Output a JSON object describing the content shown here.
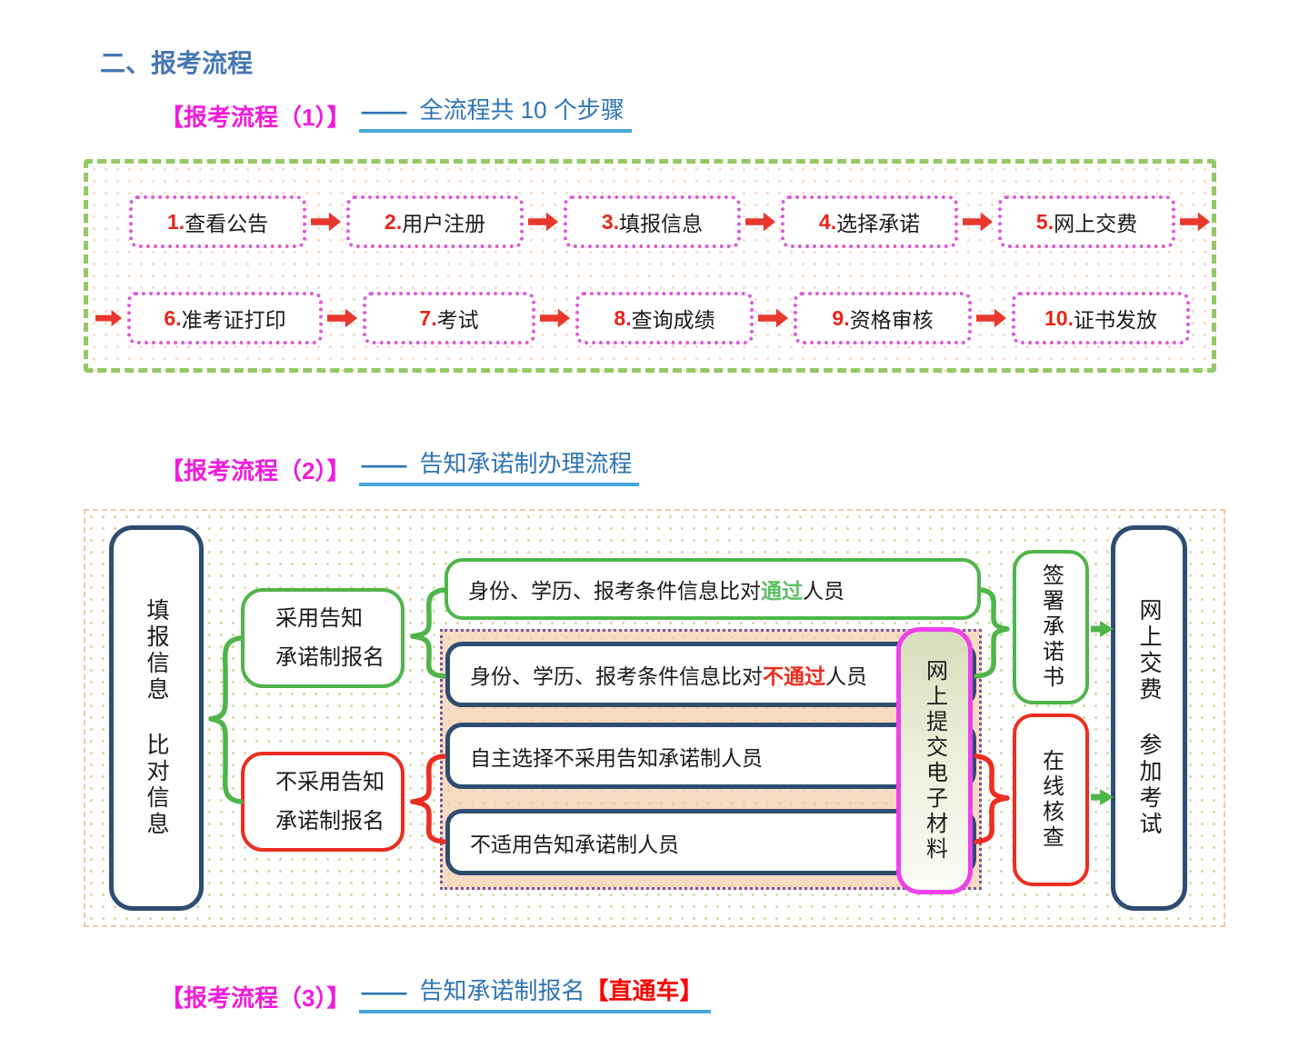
{
  "page_title": "二、报考流程",
  "colors": {
    "title_blue": "#4577B1",
    "link_blue": "#2E74B5",
    "underline_blue": "#47A5DB",
    "heading_magenta": "#F01ADE",
    "arrow_red": "#E8372C",
    "green": "#4FB54A",
    "red": "#EC2D1F",
    "navy": "#2E4D72",
    "submit_magenta": "#EE41EC"
  },
  "flow1": {
    "heading": "【报考流程（1）】",
    "dash": "——",
    "subtitle": "全流程共 10 个步骤",
    "row1": [
      {
        "num": "1.",
        "label": "查看公告"
      },
      {
        "num": "2.",
        "label": "用户注册"
      },
      {
        "num": "3.",
        "label": "填报信息"
      },
      {
        "num": "4.",
        "label": "选择承诺"
      },
      {
        "num": "5.",
        "label": "网上交费"
      }
    ],
    "row2": [
      {
        "num": "6.",
        "label": "准考证打印"
      },
      {
        "num": "7.",
        "label": "考试"
      },
      {
        "num": "8.",
        "label": "查询成绩"
      },
      {
        "num": "9.",
        "label": "资格审核"
      },
      {
        "num": "10.",
        "label": "证书发放"
      }
    ]
  },
  "flow2": {
    "heading": "【报考流程（2）】",
    "dash": "——",
    "subtitle": "告知承诺制办理流程",
    "fill_info": "填报信息 比对信息",
    "adopt": "采用告知\n承诺制报名",
    "not_adopt": "不采用告知\n承诺制报名",
    "pass": {
      "prefix": "身份、学历、报考条件信息比对",
      "highlight": "通过",
      "suffix": "人员"
    },
    "fail": {
      "prefix": "身份、学历、报考条件信息比对",
      "highlight": "不通过",
      "suffix": "人员"
    },
    "self_select": "自主选择不采用告知承诺制人员",
    "not_applicable": "不适用告知承诺制人员",
    "submit": "网上提交电子材料",
    "sign": "签署承诺书",
    "check": "在线核查",
    "pay_exam": "网上交费 参加考试"
  },
  "flow3": {
    "heading": "【报考流程（3）】",
    "dash": "——",
    "subtitle": "告知承诺制报名",
    "highlight": "【直通车】"
  }
}
